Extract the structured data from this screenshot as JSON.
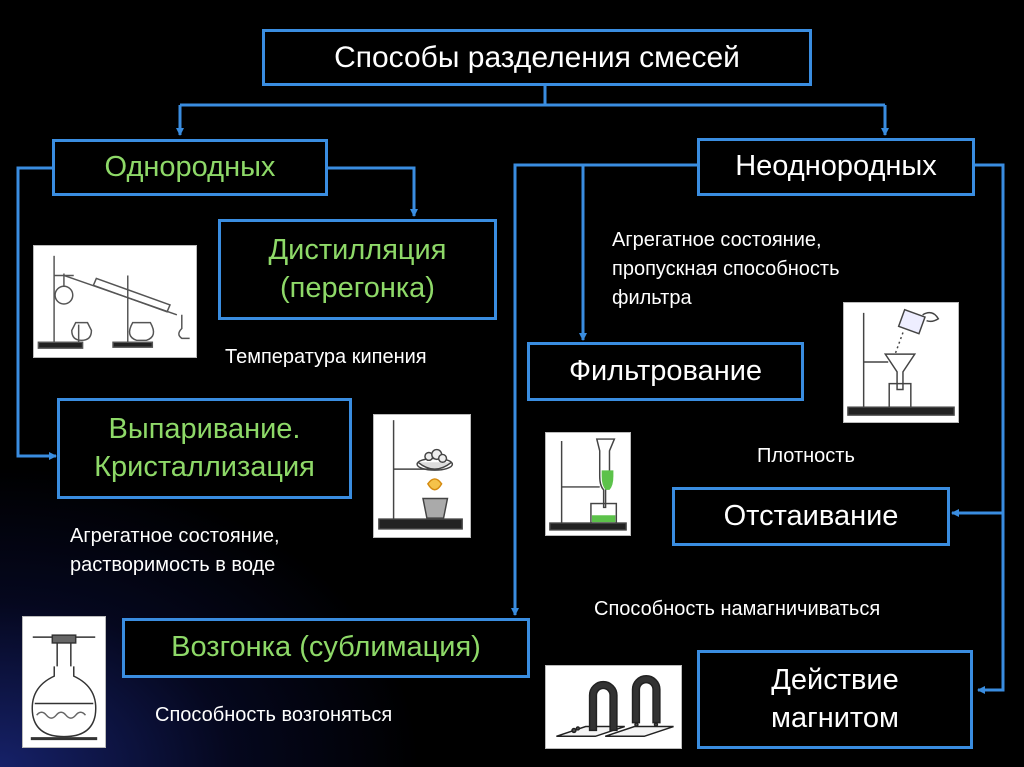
{
  "diagram": {
    "title": "Способы разделения смесей",
    "branches": {
      "homogeneous": "Однородных",
      "heterogeneous": "Неоднородных"
    },
    "methods": {
      "distillation": {
        "line1": "Дистилляция",
        "line2": "(перегонка)"
      },
      "evaporation": {
        "line1": "Выпаривание.",
        "line2": "Кристаллизация"
      },
      "sublimation": "Возгонка (сублимация)",
      "filtration": "Фильтрование",
      "settling": "Отстаивание",
      "magnet": {
        "line1": "Действие",
        "line2": "магнитом"
      }
    },
    "criteria": {
      "distillation": "Температура кипения",
      "evaporation": {
        "line1": "Агрегатное состояние,",
        "line2": "растворимость в воде"
      },
      "sublimation": "Способность возгоняться",
      "filtration": {
        "line1": "Агрегатное состояние,",
        "line2": "пропускная способность",
        "line3": "фильтра"
      },
      "settling": "Плотность",
      "magnet": "Способность намагничиваться"
    }
  },
  "colors": {
    "background": "#000000",
    "box_border": "#3a8de0",
    "connector": "#3a8de0",
    "green_text": "#8ed968",
    "white_text": "#ffffff"
  },
  "illustrations": [
    "distillation-apparatus",
    "evaporation-apparatus",
    "sublimation-flask",
    "filtration-apparatus",
    "settling-funnel-apparatus",
    "horseshoe-magnets"
  ]
}
